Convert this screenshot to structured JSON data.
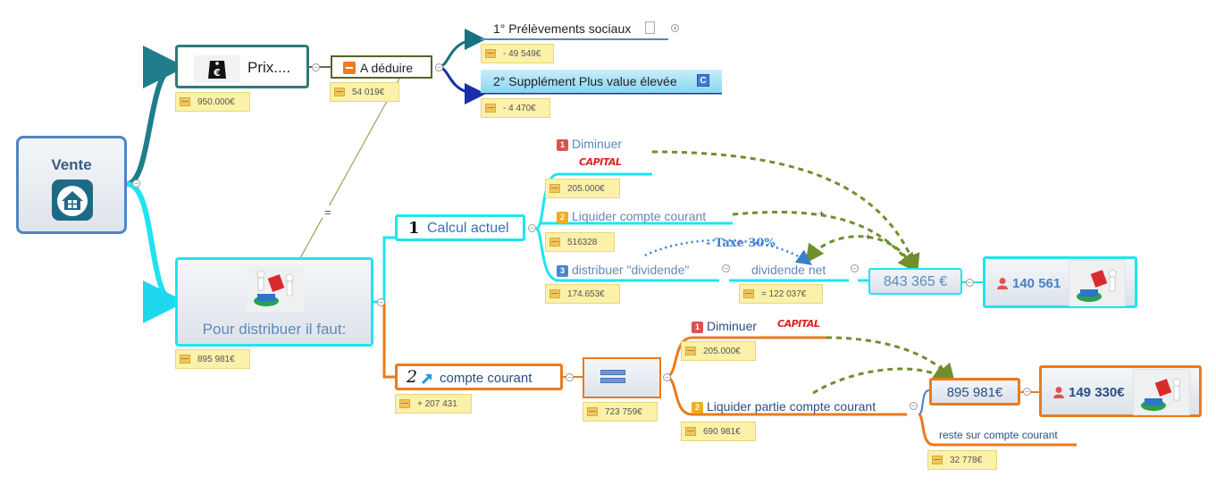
{
  "root": {
    "label": "Vente",
    "icon": "house-icon"
  },
  "prix": {
    "label": "Prix....",
    "icon": "euro-tag-icon",
    "memo": "950.000€"
  },
  "a_deduire": {
    "label": "A déduire",
    "icon": "minus-square-icon",
    "memo": "54 019€"
  },
  "prelevements": {
    "label": "1° Prélèvements sociaux",
    "icon": "note-icon",
    "memo": "- 49 549€"
  },
  "supplement": {
    "label": "2° Supplément Plus value élevée",
    "icon": "c-square-icon",
    "memo": "- 4 470€"
  },
  "distribuer": {
    "label": "Pour distribuer il faut:",
    "memo": "895 981€"
  },
  "equals_label": "=",
  "calcul": {
    "number": "1",
    "label": "Calcul actuel"
  },
  "diminuer1": {
    "badge": "1",
    "label": "Diminuer",
    "logo": "CAPITAL",
    "memo": "205.000€"
  },
  "liquider1": {
    "badge": "2",
    "label": "Liquider compte courant",
    "memo": "516328"
  },
  "dividende": {
    "badge": "3",
    "label": "distribuer \"dividende\"",
    "memo": "174.653€"
  },
  "dividende_net": {
    "label": "dividende net",
    "memo": "= 122 037€"
  },
  "taxe_label": "- Taxe 30%",
  "plus1": "+",
  "plus2": "+",
  "result1": {
    "label": "843 365 €"
  },
  "person1": {
    "label": "140 561"
  },
  "compte_courant": {
    "number": "2",
    "label": "compte courant",
    "memo": "+ 207 431"
  },
  "calc_node": {
    "memo": "723 759€"
  },
  "diminuer2": {
    "badge": "1",
    "label": "Diminuer",
    "logo": "CAPITAL",
    "memo": "205.000€"
  },
  "liquider2": {
    "badge": "2",
    "label": "Liquider partie compte courant",
    "memo": "690 981€"
  },
  "result2": {
    "label": "895 981€"
  },
  "person2": {
    "label": "149 330€"
  },
  "reste": {
    "label": "reste sur compte courant",
    "memo": "32 778€"
  },
  "colors": {
    "teal": "#1f7d8c",
    "cyan": "#1fe4f0",
    "orange": "#ea7a1e",
    "blue": "#2a4fb0",
    "olive": "#6f8f2e",
    "dotted_blue": "#3b7fd0"
  }
}
